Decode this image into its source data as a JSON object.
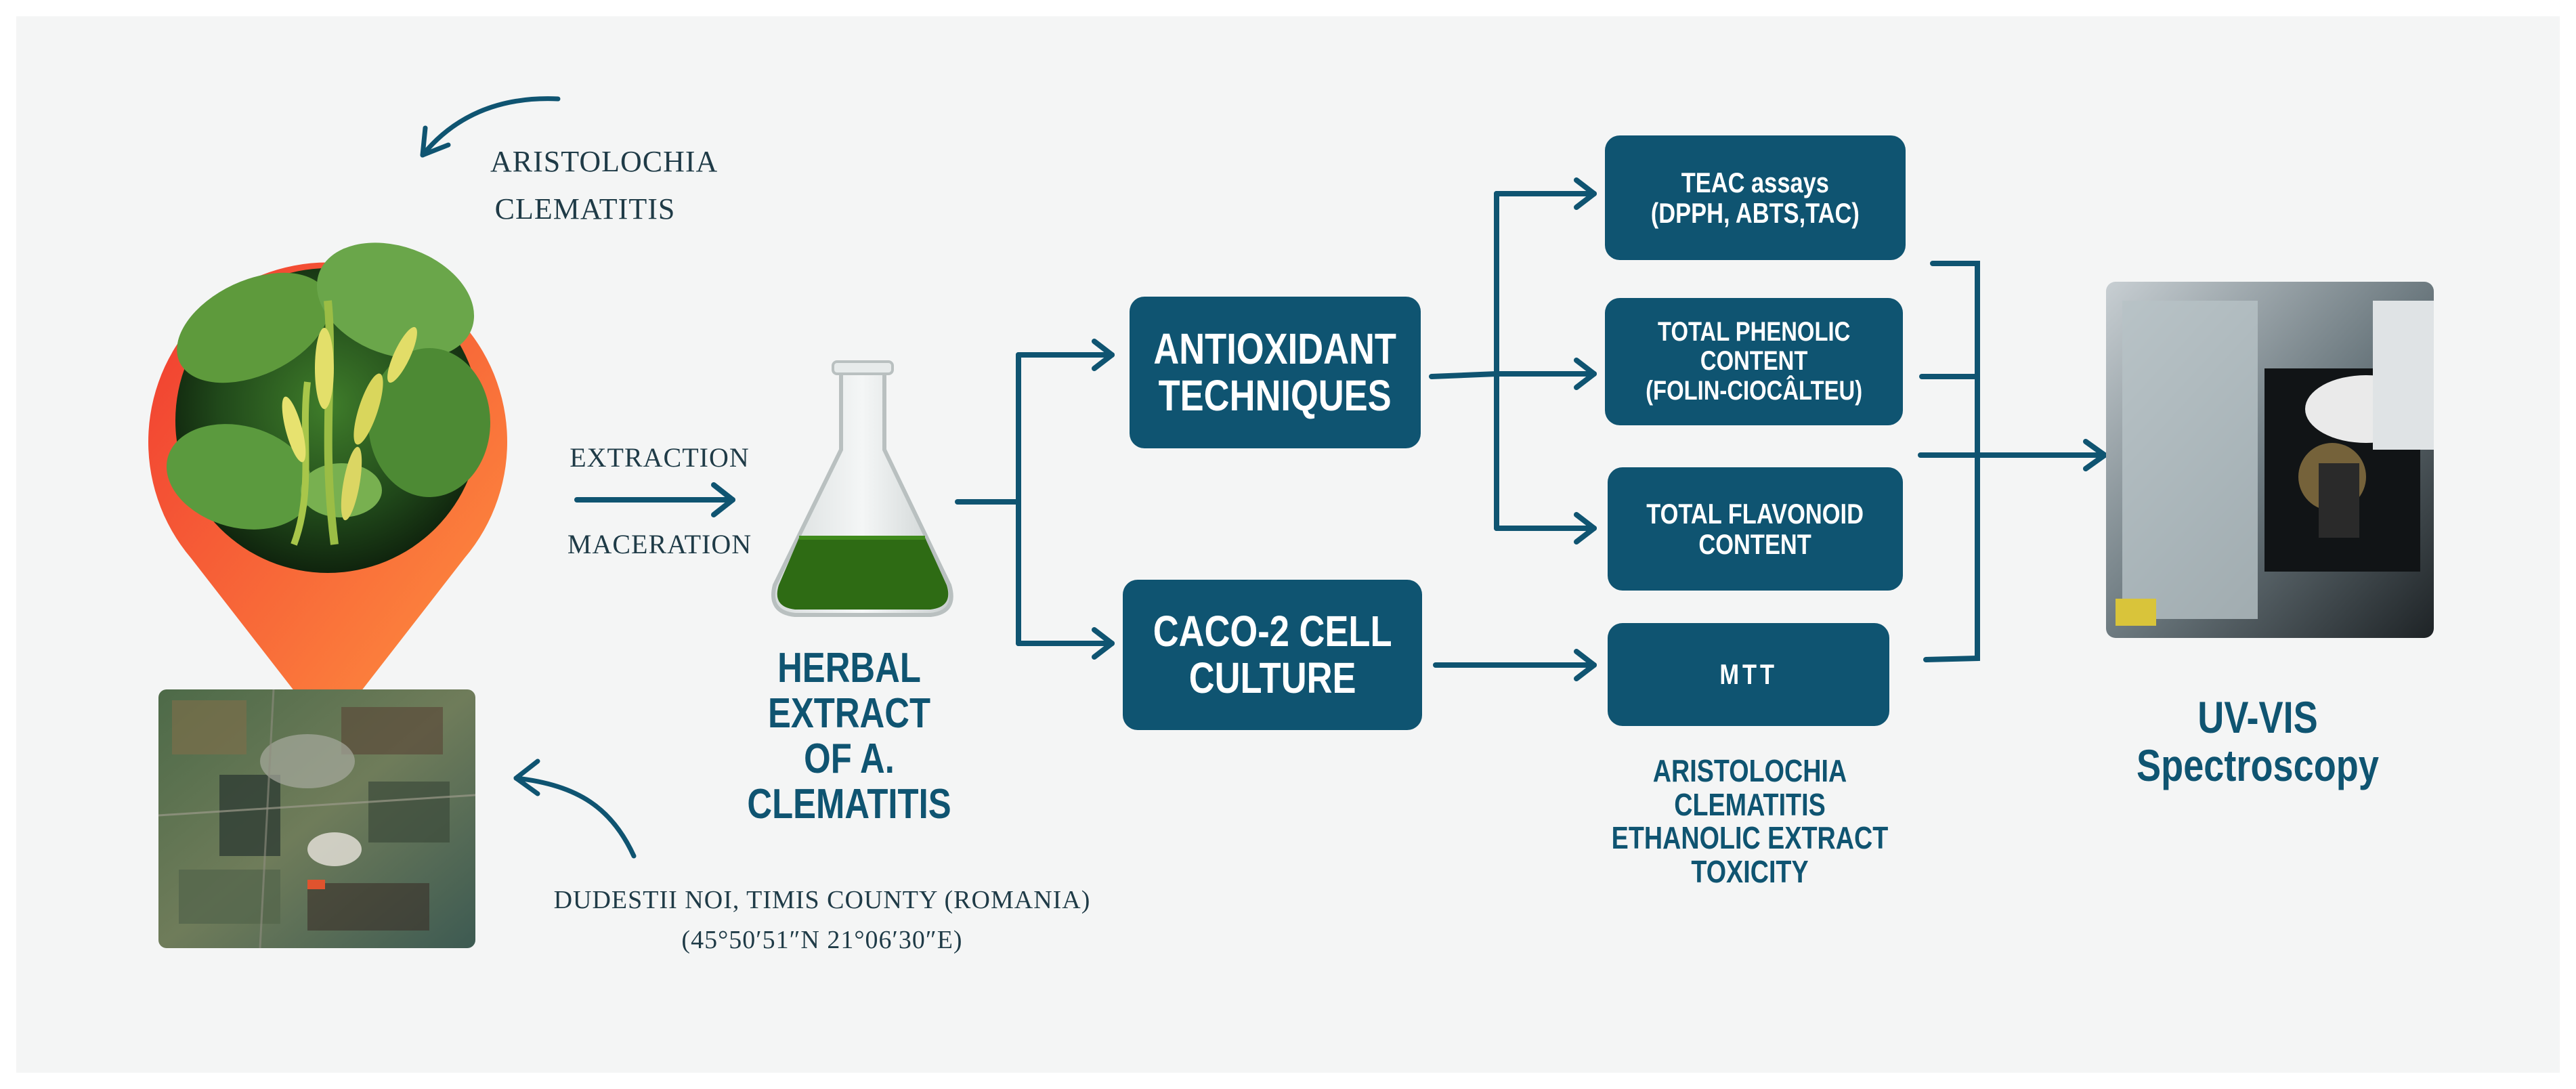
{
  "labels": {
    "plant_name_line1": "ARISTOLOCHIA",
    "plant_name_line2": "CLEMATITIS",
    "extraction": "EXTRACTION",
    "maceration": "MACERATION",
    "herbal_extract_line1": "HERBAL EXTRACT",
    "herbal_extract_line2": "OF A. CLEMATITIS",
    "location_line1": "DUDESTII NOI, TIMIS COUNTY (ROMANIA)",
    "location_line2": "(45°50′51″N 21°06′30″E)",
    "toxicity_line1": "ARISTOLOCHIA CLEMATITIS",
    "toxicity_line2": "ETHANOLIC EXTRACT TOXICITY",
    "uvvis": "UV-VIS Spectroscopy"
  },
  "boxes": {
    "antioxidant": [
      "ANTIOXIDANT",
      "TECHNIQUES"
    ],
    "caco2": [
      "CACO-2 CELL",
      "CULTURE"
    ],
    "teac": [
      "TEAC assays",
      "(DPPH, ABTS,TAC)"
    ],
    "phenolic": [
      "TOTAL PHENOLIC",
      "CONTENT",
      "(FOLIN-CIOCÂLTEU)"
    ],
    "flavonoid": [
      "TOTAL FLAVONOID",
      "CONTENT"
    ],
    "mtt": [
      "MTT"
    ]
  },
  "colors": {
    "primary": "#0f5471",
    "background": "#f4f5f5",
    "pin_gradient_start": "#f04a36",
    "pin_gradient_end": "#ff8a3a",
    "extract_green": "#2e6b14"
  }
}
